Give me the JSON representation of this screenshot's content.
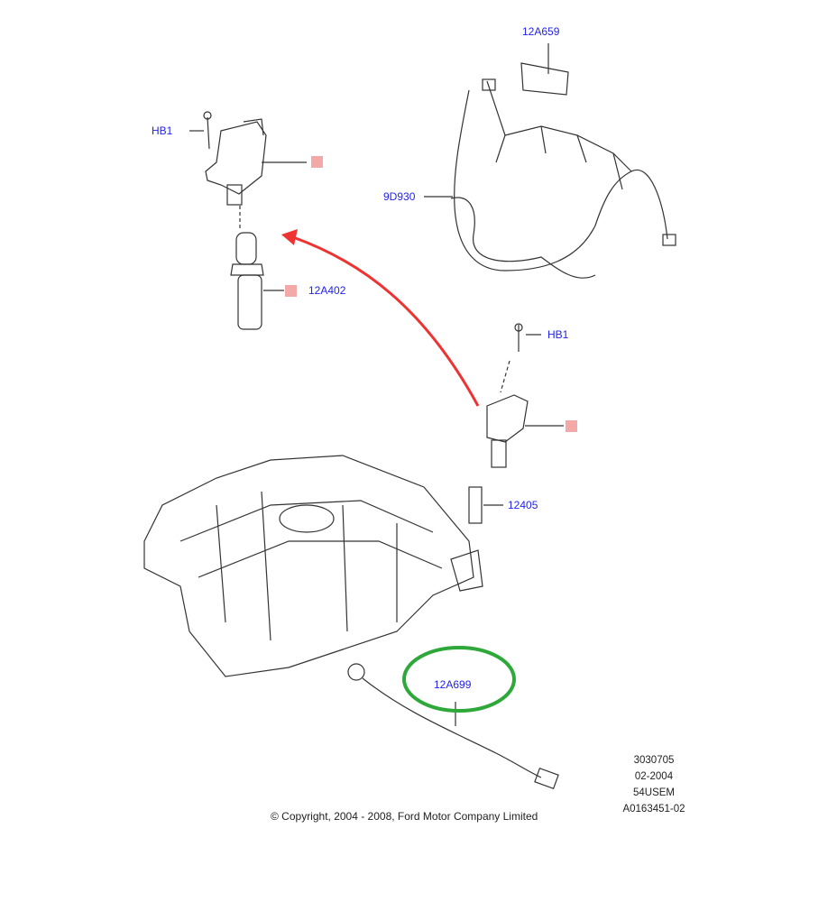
{
  "labels": {
    "hb1_top": "HB1",
    "harness_bracket": "12A659",
    "harness": "9D930",
    "boot": "12A402",
    "hb1_right": "HB1",
    "spark_plug": "12405",
    "knock_sensor": "12A699"
  },
  "meta": {
    "line1": "3030705",
    "line2": "02-2004",
    "line3": "54USEM",
    "line4": "A0163451-02"
  },
  "copyright": "© Copyright, 2004 - 2008, Ford Motor Company Limited",
  "colors": {
    "label": "#2222ee",
    "marker": "#f4a9a9",
    "arrow": "#ee3333",
    "highlight": "#2fa83a",
    "line": "#333333"
  }
}
